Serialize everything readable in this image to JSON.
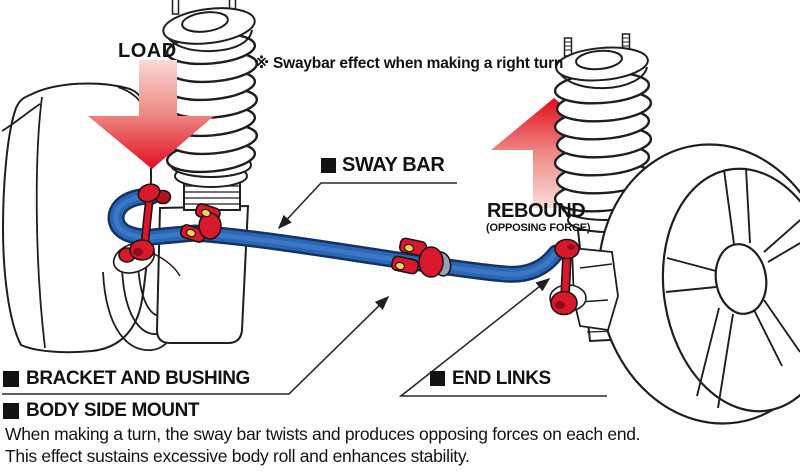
{
  "title": "Sway bar effect diagram",
  "labels": {
    "load": "LOAD",
    "note": "※ Swaybar effect when making a right turn",
    "sway_bar": "SWAY BAR",
    "rebound": "REBOUND",
    "rebound_sub": "(OPPOSING FORCE)",
    "bracket_and_bushing": "BRACKET AND BUSHING",
    "body_side_mount": "BODY SIDE MOUNT",
    "end_links": "END LINKS"
  },
  "caption": {
    "line1": "When making a turn, the sway bar twists and produces opposing forces on each end.",
    "line2": "This effect sustains excessive body roll and enhances stability."
  },
  "colors": {
    "arrow_red": "#e30c20",
    "arrow_pale": "#f9ddd8",
    "part_red": "#d9182b",
    "bar_blue": "#2766b8",
    "bar_outline": "#17335f",
    "bushing_grey": "#94a2b8",
    "bolt_yellow": "#ecd64d",
    "line_black": "#1f1f1f"
  }
}
